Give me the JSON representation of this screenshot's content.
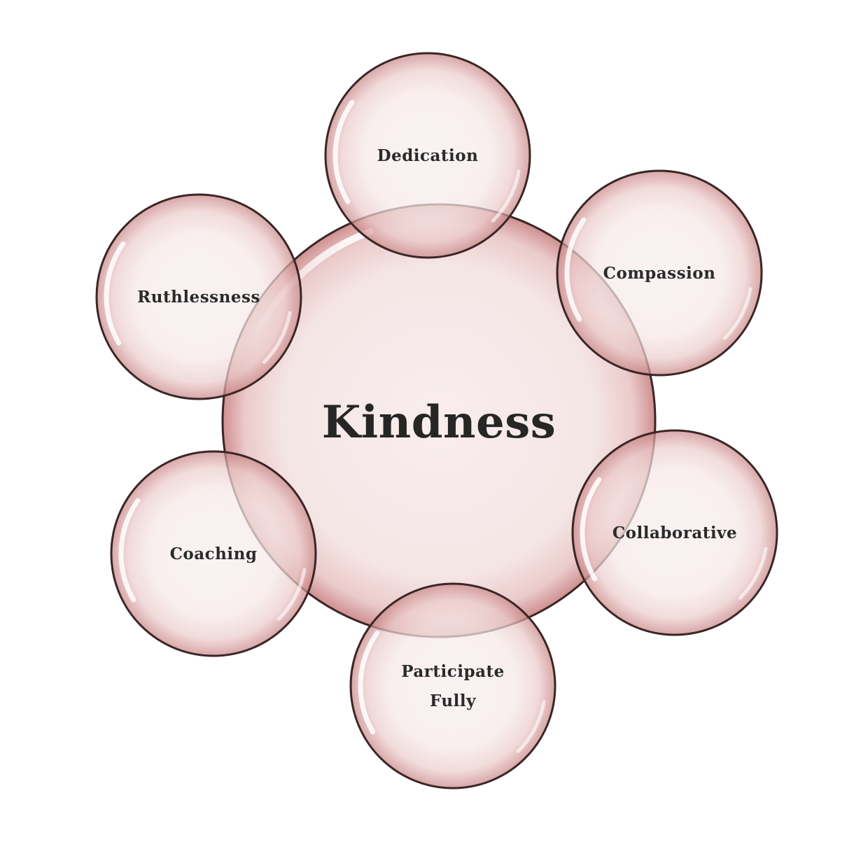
{
  "diagram": {
    "center": {
      "label": "Kindness"
    },
    "nodes": [
      {
        "id": "dedication",
        "lines": [
          "Dedication"
        ]
      },
      {
        "id": "compassion",
        "lines": [
          "Compassion"
        ]
      },
      {
        "id": "collaborative",
        "lines": [
          "Collaborative"
        ]
      },
      {
        "id": "participate-fully",
        "lines": [
          "Participate",
          "Fully"
        ]
      },
      {
        "id": "coaching",
        "lines": [
          "Coaching"
        ]
      },
      {
        "id": "ruthlessness",
        "lines": [
          "Ruthlessness"
        ]
      }
    ],
    "colors": {
      "fill_light": "#f8eeee",
      "fill_mid": "#efd4d4",
      "fill_dark": "#c97b7b",
      "stroke": "#3a2626",
      "text": "#2a2a2a"
    }
  }
}
